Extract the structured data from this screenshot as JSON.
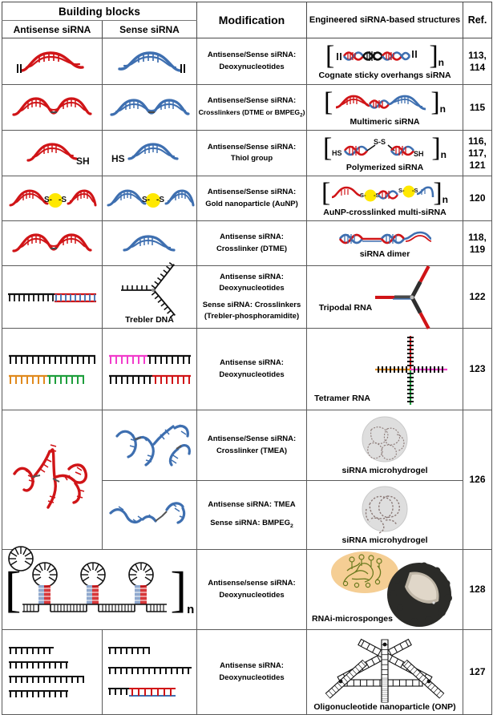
{
  "figure": {
    "kind": "table-figure",
    "title": "Engineered siRNA-based structures table"
  },
  "header": {
    "building_blocks": "Building blocks",
    "antisense": "Antisense siRNA",
    "sense": "Sense siRNA",
    "modification": "Modification",
    "engineered": "Engineered siRNA-based structures",
    "ref": "Ref."
  },
  "rows": [
    {
      "id": "cognate-sticky-overhangs",
      "modification": [
        "Antisense/Sense siRNA:",
        "Deoxynucleotides"
      ],
      "structure_name": "Cognate sticky overhangs siRNA",
      "refs": [
        "113,",
        "114"
      ],
      "antisense_icon": "red-sirna-duplex-with-overhang",
      "sense_icon": "blue-sirna-duplex-with-overhang",
      "structure_icon": "bracketed-helix-chain-n"
    },
    {
      "id": "multimeric-sirna",
      "modification": [
        "Antisense/Sense siRNA:",
        "Crosslinkers (DTME or BMPEG2)"
      ],
      "structure_name": "Multimeric siRNA",
      "refs": [
        "115"
      ],
      "antisense_icon": "red-double-wave-sirna",
      "sense_icon": "blue-double-wave-sirna",
      "structure_icon": "bracketed-red-blue-multimer-n"
    },
    {
      "id": "polymerized-sirna",
      "modification": [
        "Antisense/Sense siRNA:",
        "Thiol group"
      ],
      "structure_name": "Polymerized siRNA",
      "refs": [
        "116,",
        "117,",
        "121"
      ],
      "antisense_icon": "red-sirna-with-SH",
      "sense_icon": "blue-sirna-with-HS",
      "structure_icon": "bracketed-disulfide-polymer-n",
      "labels": {
        "sh": "SH",
        "hs": "HS",
        "ss": "S-S"
      }
    },
    {
      "id": "aunp-crosslinked-multi-sirna",
      "modification": [
        "Antisense/Sense siRNA:",
        "Gold nanoparticle (AuNP)"
      ],
      "structure_name": "AuNP-crosslinked multi-siRNA",
      "refs": [
        "120"
      ],
      "antisense_icon": "red-sirna-gold-nanoparticle",
      "sense_icon": "blue-sirna-gold-nanoparticle",
      "structure_icon": "bracketed-aunp-crosslinked-chain-n",
      "labels": {
        "s_left": "S-",
        "s_right": "-S"
      },
      "accent_gold": "#FFE800"
    },
    {
      "id": "sirna-dimer",
      "modification": [
        "Antisense siRNA:",
        "Crosslinker (DTME)"
      ],
      "structure_name": "siRNA dimer",
      "refs": [
        "118,",
        "119"
      ],
      "antisense_icon": "red-double-wave-sirna",
      "sense_icon": "blue-single-wave-sirna",
      "structure_icon": "red-blue-dimer-helix"
    },
    {
      "id": "tripodal-rna",
      "modification": [
        "Antisense siRNA:",
        "Deoxynucleotides",
        "Sense siRNA: Crosslinkers",
        "(Trebler-phosphoramidite)"
      ],
      "structure_name": "Tripodal RNA",
      "refs": [
        "122"
      ],
      "antisense_icon": "black-red-blue-ladder-strand",
      "sense_icon": "trebler-dna-three-arm",
      "sense_label": "Trebler DNA",
      "structure_icon": "tripodal-three-arm-rna"
    },
    {
      "id": "tetramer-rna",
      "modification": [
        "Antisense siRNA:",
        "Deoxynucleotides"
      ],
      "structure_name": "Tetramer RNA",
      "refs": [
        "123"
      ],
      "antisense_icon": "black-and-orange-green-ladder-strands",
      "sense_icon": "magenta-and-red-ladder-strands",
      "structure_icon": "tetramer-cross-rna"
    },
    {
      "id": "sirna-microhydrogel-tmea",
      "modification": [
        "Antisense/Sense siRNA:",
        "Crosslinker (TMEA)"
      ],
      "structure_name": "siRNA microhydrogel",
      "refs": [
        "126"
      ],
      "antisense_icon": "red-branched-sirna-network",
      "sense_icon": "blue-branched-sirna-network",
      "structure_icon": "grey-porous-microsphere"
    },
    {
      "id": "sirna-microhydrogel-bmpeg",
      "modification": [
        "Antisense siRNA: TMEA",
        "Sense siRNA: BMPEG2"
      ],
      "structure_name": "siRNA microhydrogel",
      "refs": [
        "126"
      ],
      "sense_icon": "blue-linear-sirna-pair",
      "structure_icon": "grey-porous-microsphere-large-pores"
    },
    {
      "id": "rnai-microsponges",
      "modification": [
        "Antisense/sense siRNA:",
        "Deoxynucleotides"
      ],
      "structure_name": "RNAi-microsponges",
      "refs": [
        "128"
      ],
      "buildingblock_icon": "bracketed-hairpin-rolling-circle-n",
      "structure_icon": "dark-microsponge-with-inset"
    },
    {
      "id": "oligonucleotide-nanoparticle",
      "modification": [
        "Antisense siRNA:",
        "Deoxynucleotides"
      ],
      "structure_name": "Oligonucleotide nanoparticle (ONP)",
      "refs": [
        "127"
      ],
      "antisense_icon": "four-black-ladder-strands",
      "sense_icon": "three-ladder-strands-with-duplex",
      "structure_icon": "onp-triangular-nanoparticle"
    }
  ],
  "colors": {
    "antisense_red": "#D01417",
    "sense_blue": "#3E6FB0",
    "gold": "#FFE800",
    "grid": "#5a5a5a",
    "black": "#000000",
    "orange": "#E08A1E",
    "green": "#1E9E3C",
    "magenta": "#F13CCB",
    "hydrogel_fill": "#DCDCDC",
    "sponge_dark": "#2B2B28",
    "sponge_inset": "#F2C98B"
  },
  "symbols": {
    "bracket_left": "[",
    "bracket_right": "]",
    "n": "n"
  }
}
